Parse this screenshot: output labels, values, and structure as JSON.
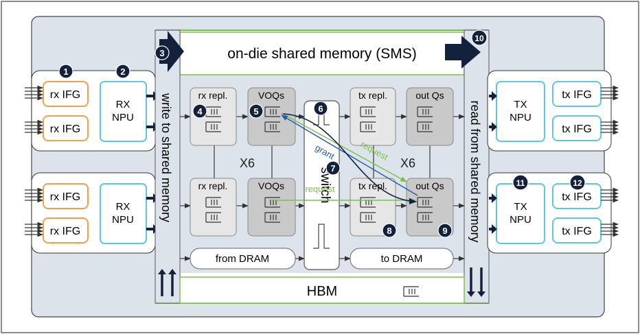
{
  "labels": {
    "sms": "on-die shared memory (SMS)",
    "write": "write to shared memory",
    "read": "read from shared memory",
    "hbm": "HBM",
    "rx_ifg": "rx IFG",
    "tx_ifg": "tx IFG",
    "rx_npu_1": "RX",
    "rx_npu_2": "NPU",
    "tx_npu_1": "TX",
    "tx_npu_2": "NPU",
    "rx_repl": "rx repl.",
    "tx_repl": "tx repl.",
    "voqs": "VOQs",
    "out_qs": "out Qs",
    "switch": "switch",
    "x6": "X6",
    "from_dram": "from DRAM",
    "to_dram": "to DRAM",
    "grant": "grant",
    "request": "request"
  },
  "markers": [
    "1",
    "2",
    "3",
    "4",
    "5",
    "6",
    "7",
    "8",
    "9",
    "10",
    "11",
    "12"
  ],
  "colors": {
    "outer_bg": "#dde3ea",
    "ifg_border": "#f0a04a",
    "npu_border": "#5bc8e0",
    "green": "#7dbf4c",
    "blue": "#1f5fa8",
    "navy": "#14213d",
    "queue_dark": "#c9c9c9",
    "queue_light": "#e6e6e6"
  }
}
